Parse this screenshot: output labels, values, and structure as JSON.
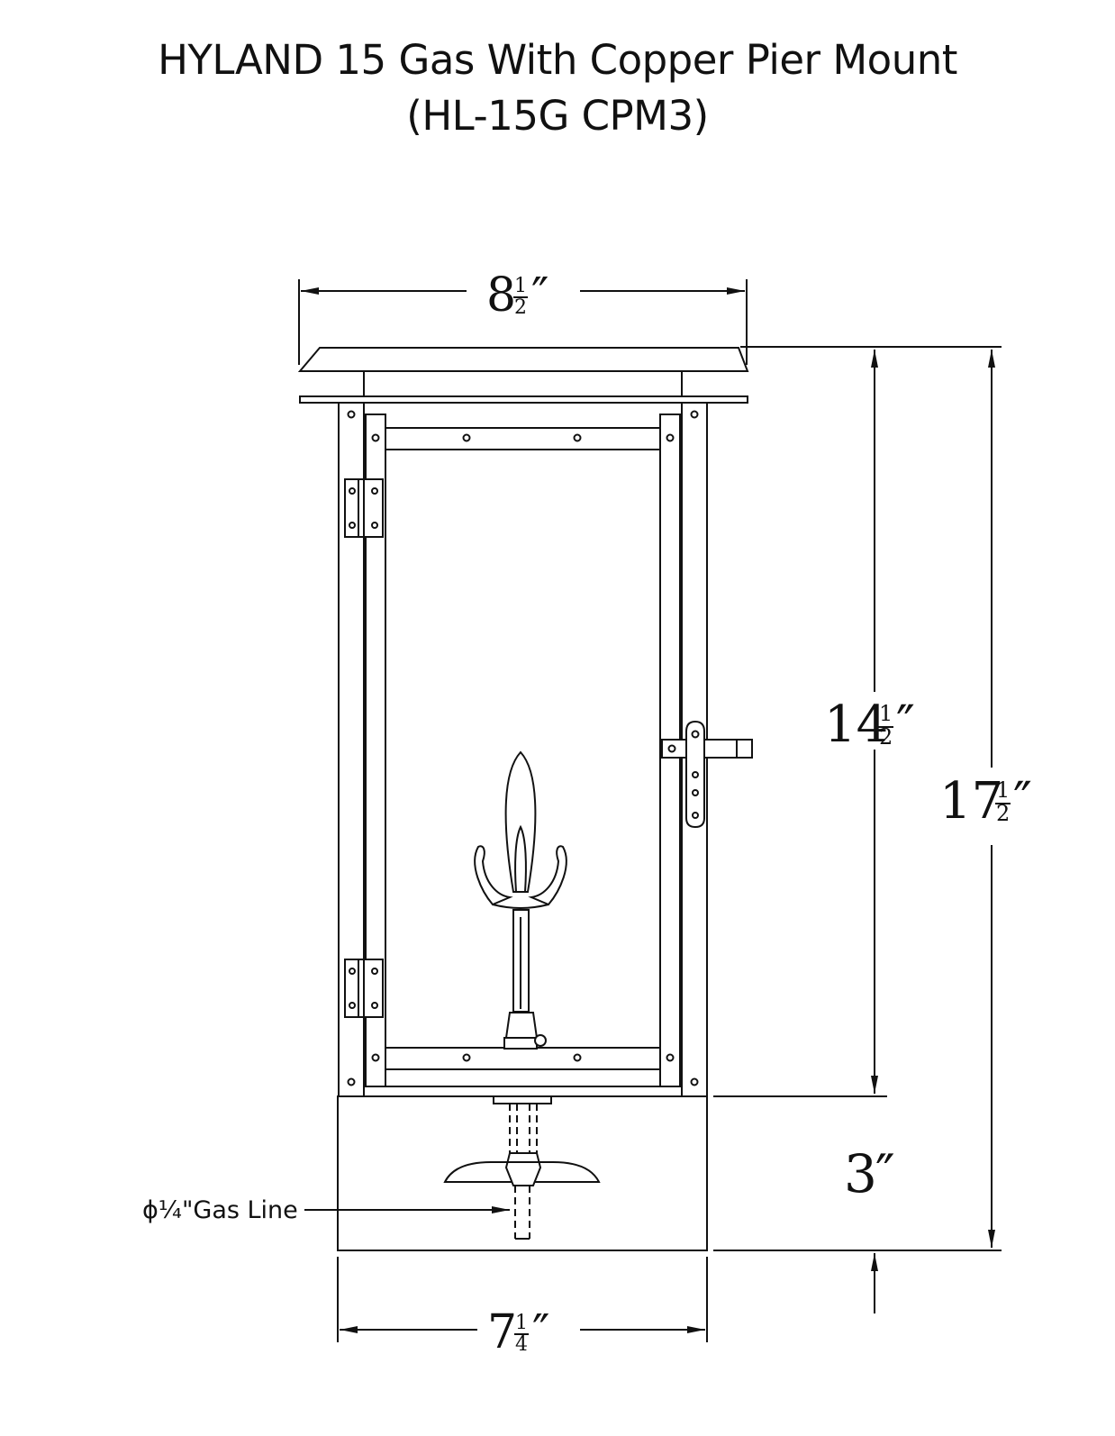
{
  "title": {
    "line1": "HYLAND 15 Gas With Copper Pier Mount",
    "line2": "(HL-15G  CPM3)"
  },
  "dimensions": {
    "top_width": {
      "whole": "8",
      "num": "1",
      "den": "2",
      "unit": "″"
    },
    "body_height": {
      "whole": "14",
      "num": "1",
      "den": "2",
      "unit": "″"
    },
    "overall_height": {
      "whole": "17",
      "num": "1",
      "den": "2",
      "unit": "″"
    },
    "base_height": {
      "whole": "3",
      "unit": "″"
    },
    "base_width": {
      "whole": "7",
      "num": "1",
      "den": "4",
      "unit": "″"
    }
  },
  "callouts": {
    "gas_line": "ϕ¼\"Gas Line"
  }
}
